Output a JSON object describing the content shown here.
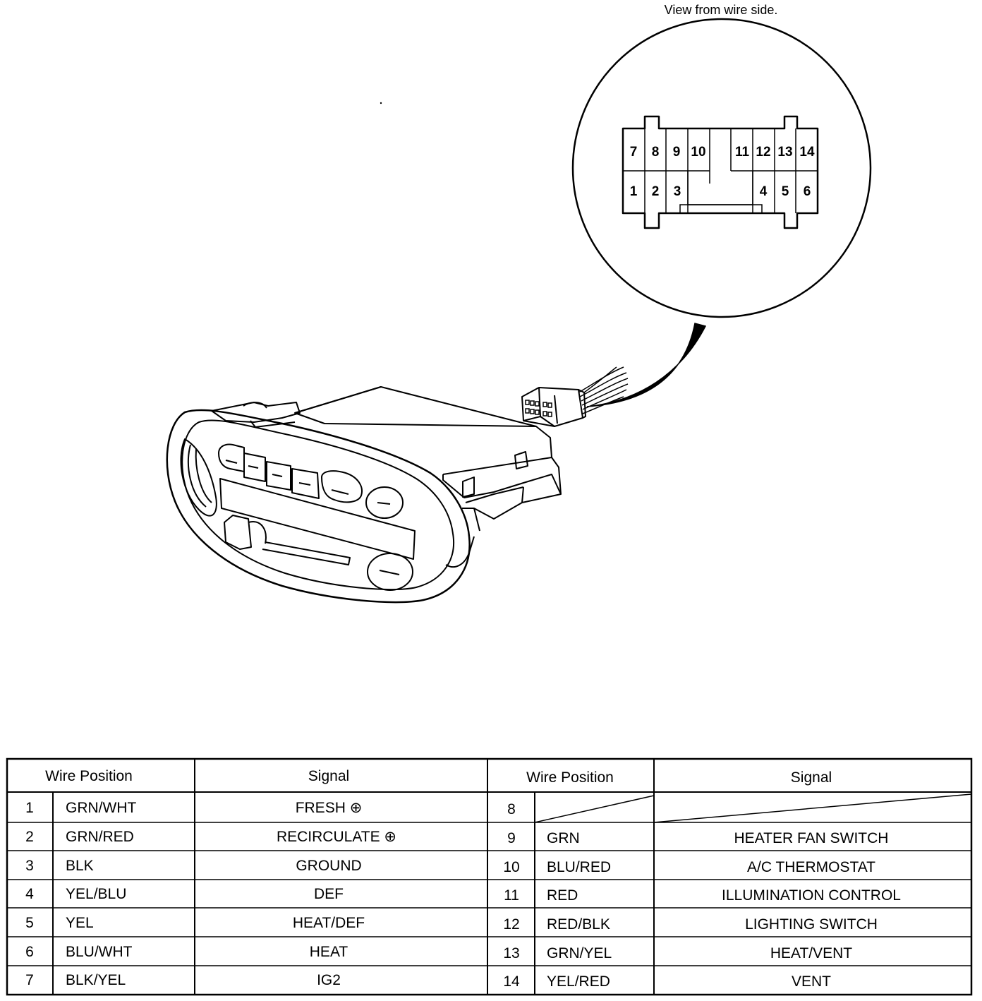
{
  "caption": "View from wire side.",
  "connector": {
    "top_pins": [
      "7",
      "8",
      "9",
      "10",
      "11",
      "12",
      "13",
      "14"
    ],
    "bottom_pins": [
      "1",
      "2",
      "3",
      "4",
      "5",
      "6"
    ]
  },
  "table": {
    "headers": [
      "Wire Position",
      "Signal",
      "Wire Position",
      "Signal"
    ],
    "left_rows": [
      {
        "pos": "1",
        "color": "GRN/WHT",
        "signal": "FRESH ⊕"
      },
      {
        "pos": "2",
        "color": "GRN/RED",
        "signal": "RECIRCULATE ⊕"
      },
      {
        "pos": "3",
        "color": "BLK",
        "signal": "GROUND"
      },
      {
        "pos": "4",
        "color": "YEL/BLU",
        "signal": "DEF"
      },
      {
        "pos": "5",
        "color": "YEL",
        "signal": "HEAT/DEF"
      },
      {
        "pos": "6",
        "color": "BLU/WHT",
        "signal": "HEAT"
      },
      {
        "pos": "7",
        "color": "BLK/YEL",
        "signal": "IG2"
      }
    ],
    "right_rows": [
      {
        "pos": "8",
        "color": "",
        "signal": ""
      },
      {
        "pos": "9",
        "color": "GRN",
        "signal": "HEATER FAN SWITCH"
      },
      {
        "pos": "10",
        "color": "BLU/RED",
        "signal": "A/C THERMOSTAT"
      },
      {
        "pos": "11",
        "color": "RED",
        "signal": "ILLUMINATION CONTROL"
      },
      {
        "pos": "12",
        "color": "RED/BLK",
        "signal": "LIGHTING SWITCH"
      },
      {
        "pos": "13",
        "color": "GRN/YEL",
        "signal": "HEAT/VENT"
      },
      {
        "pos": "14",
        "color": "YEL/RED",
        "signal": "VENT"
      }
    ]
  }
}
